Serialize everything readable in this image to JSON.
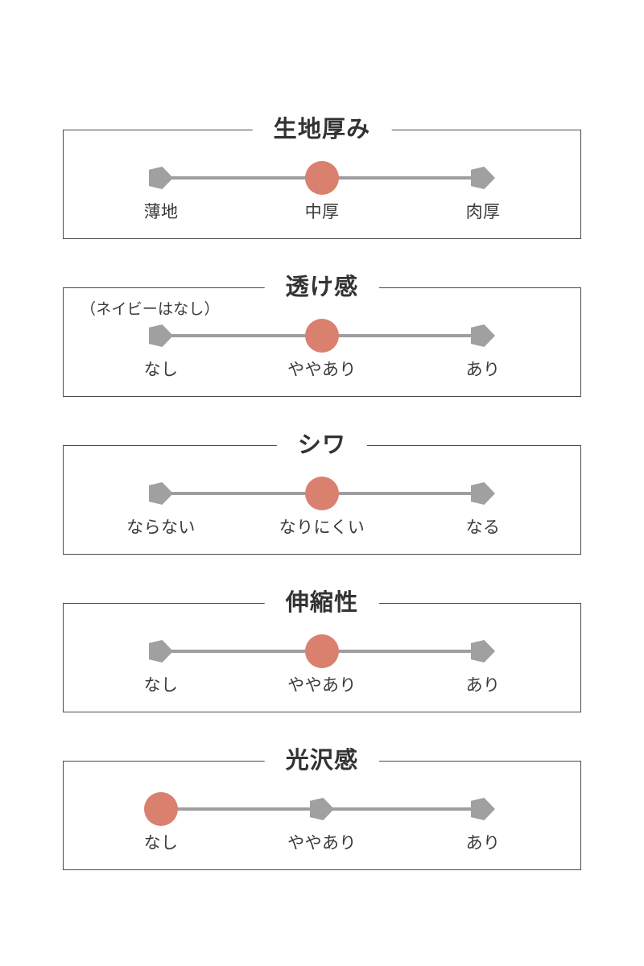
{
  "colors": {
    "marker_active": "#d9806f",
    "marker_inactive": "#a0a0a0",
    "track": "#9e9e9e",
    "frame": "#4a4a4a",
    "text": "#3a3a3a",
    "background": "#ffffff"
  },
  "specs": [
    {
      "title": "生地厚み",
      "note": "",
      "active_index": 1,
      "scale": [
        {
          "label": "薄地",
          "position": "left"
        },
        {
          "label": "中厚",
          "position": "center"
        },
        {
          "label": "肉厚",
          "position": "right"
        }
      ]
    },
    {
      "title": "透け感",
      "note": "（ネイビーはなし）",
      "active_index": 1,
      "scale": [
        {
          "label": "なし",
          "position": "left"
        },
        {
          "label": "ややあり",
          "position": "center"
        },
        {
          "label": "あり",
          "position": "right"
        }
      ]
    },
    {
      "title": "シワ",
      "note": "",
      "active_index": 1,
      "scale": [
        {
          "label": "ならない",
          "position": "left"
        },
        {
          "label": "なりにくい",
          "position": "center"
        },
        {
          "label": "なる",
          "position": "right"
        }
      ]
    },
    {
      "title": "伸縮性",
      "note": "",
      "active_index": 1,
      "scale": [
        {
          "label": "なし",
          "position": "left"
        },
        {
          "label": "ややあり",
          "position": "center"
        },
        {
          "label": "あり",
          "position": "right"
        }
      ]
    },
    {
      "title": "光沢感",
      "note": "",
      "active_index": 0,
      "scale": [
        {
          "label": "なし",
          "position": "left"
        },
        {
          "label": "ややあり",
          "position": "center"
        },
        {
          "label": "あり",
          "position": "right"
        }
      ]
    }
  ]
}
